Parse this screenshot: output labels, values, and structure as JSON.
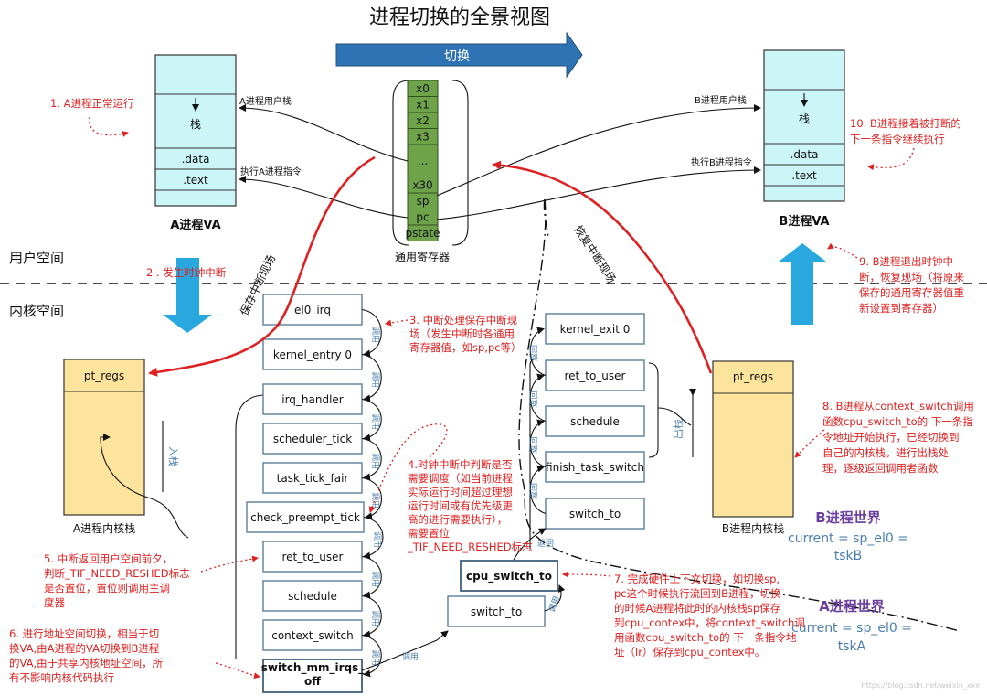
{
  "title": "进程切换的全景视图",
  "switch_arrow_label": "切换",
  "regs": {
    "items": [
      "x0",
      "x1",
      "x2",
      "x3",
      "...",
      "x30",
      "sp",
      "pc",
      "pstate"
    ],
    "caption": "通用寄存器"
  },
  "va_a": {
    "sections": [
      "栈",
      ".data",
      ".text"
    ],
    "caption": "A进程VA",
    "stack_label": "A进程用户栈",
    "exec_label": "执行A进程指令"
  },
  "va_b": {
    "sections": [
      "栈",
      ".data",
      ".text"
    ],
    "caption": "B进程VA",
    "stack_label": "B进程用户栈",
    "exec_label": "执行B进程指令"
  },
  "space": {
    "user": "用户空间",
    "kernel": "内核空间"
  },
  "red_labels": {
    "save": "保存中断现场",
    "restore": "恢复中断现场"
  },
  "kstack_a": {
    "header": "pt_regs",
    "caption": "A进程内核栈",
    "push_label": "入栈"
  },
  "kstack_b": {
    "header": "pt_regs",
    "caption": "B进程内核栈",
    "pop_label": "出栈"
  },
  "left_funcs": [
    "el0_irq",
    "kernel_entry 0",
    "irq_handler",
    "scheduler_tick",
    "task_tick_fair",
    "check_preempt_tick",
    "ret_to_user",
    "schedule",
    "context_switch",
    "switch_mm_irqs_\noff"
  ],
  "mid_funcs": {
    "switch_to": "switch_to",
    "cpu_switch_to": "cpu_switch_to"
  },
  "right_funcs": [
    "kernel_exit 0",
    "ret_to_user",
    "schedule",
    "finish_task_switch",
    "switch_to"
  ],
  "call_label": "调用",
  "return_label": "返回",
  "world_b": {
    "title": "B进程世界",
    "line1": "current = sp_el0 =",
    "line2": "tskB"
  },
  "world_a": {
    "title": "A进程世界",
    "line1": "current = sp_el0 =",
    "line2": "tskA"
  },
  "notes": {
    "n1": "1. A进程正常运行",
    "n2": "2 . 发生时钟中断",
    "n3": "3. 中断处理保存中断现\n场（发生中断时各通用\n寄存器值，如sp,pc等）",
    "n4": "4.时钟中断中判断是否\n需要调度（如当前进程\n实际运行时间超过理想\n运行时间或有优先级更\n高的进行需要执行），\n需要置位\n_TIF_NEED_RESHED标志",
    "n5": "5. 中断返回用户空间前夕，\n判断_TIF_NEED_RESHED标志\n是否置位，置位则调用主调\n度器",
    "n6": "6. 进行地址空间切换，相当于切\n换VA,由A进程的VA切换到B进程\n的VA,由于共享内核地址空间，所\n有不影响内核代码执行",
    "n7": "7. 完成硬件上下文切换，如切换sp,\npc这个时候执行流回到B进程，切换\n的时候A进程将此时的内核栈sp保存\n到cpu_contex中，将context_switch调\n用函数cpu_switch_to的 下一条指令地\n址（lr）保存到cpu_contex中。",
    "n8": "8. B进程从context_switch调用\n函数cpu_switch_to的 下一条指\n令地址开始执行，已经切换到\n自己的内核栈，进行出栈处\n理，逐级返回调用者函数",
    "n9": "9. B进程退出时钟中\n断，恢复现场（将原来\n保存的通用寄存器值重\n新设置到寄存器）",
    "n10": "10. B进程接着被打断的\n下一条指令继续执行"
  },
  "colors": {
    "reg_green": "#6fa34a",
    "va_cyan": "#ccf5f8",
    "stack_yellow": "#fde49c",
    "arrow_blue": "#29a8e0",
    "red": "#e02020",
    "world_purple": "#6a3fa0",
    "cur_blue": "#4a7fb0"
  },
  "watermark": "https://blog.csdn.net/weixin_xxx"
}
